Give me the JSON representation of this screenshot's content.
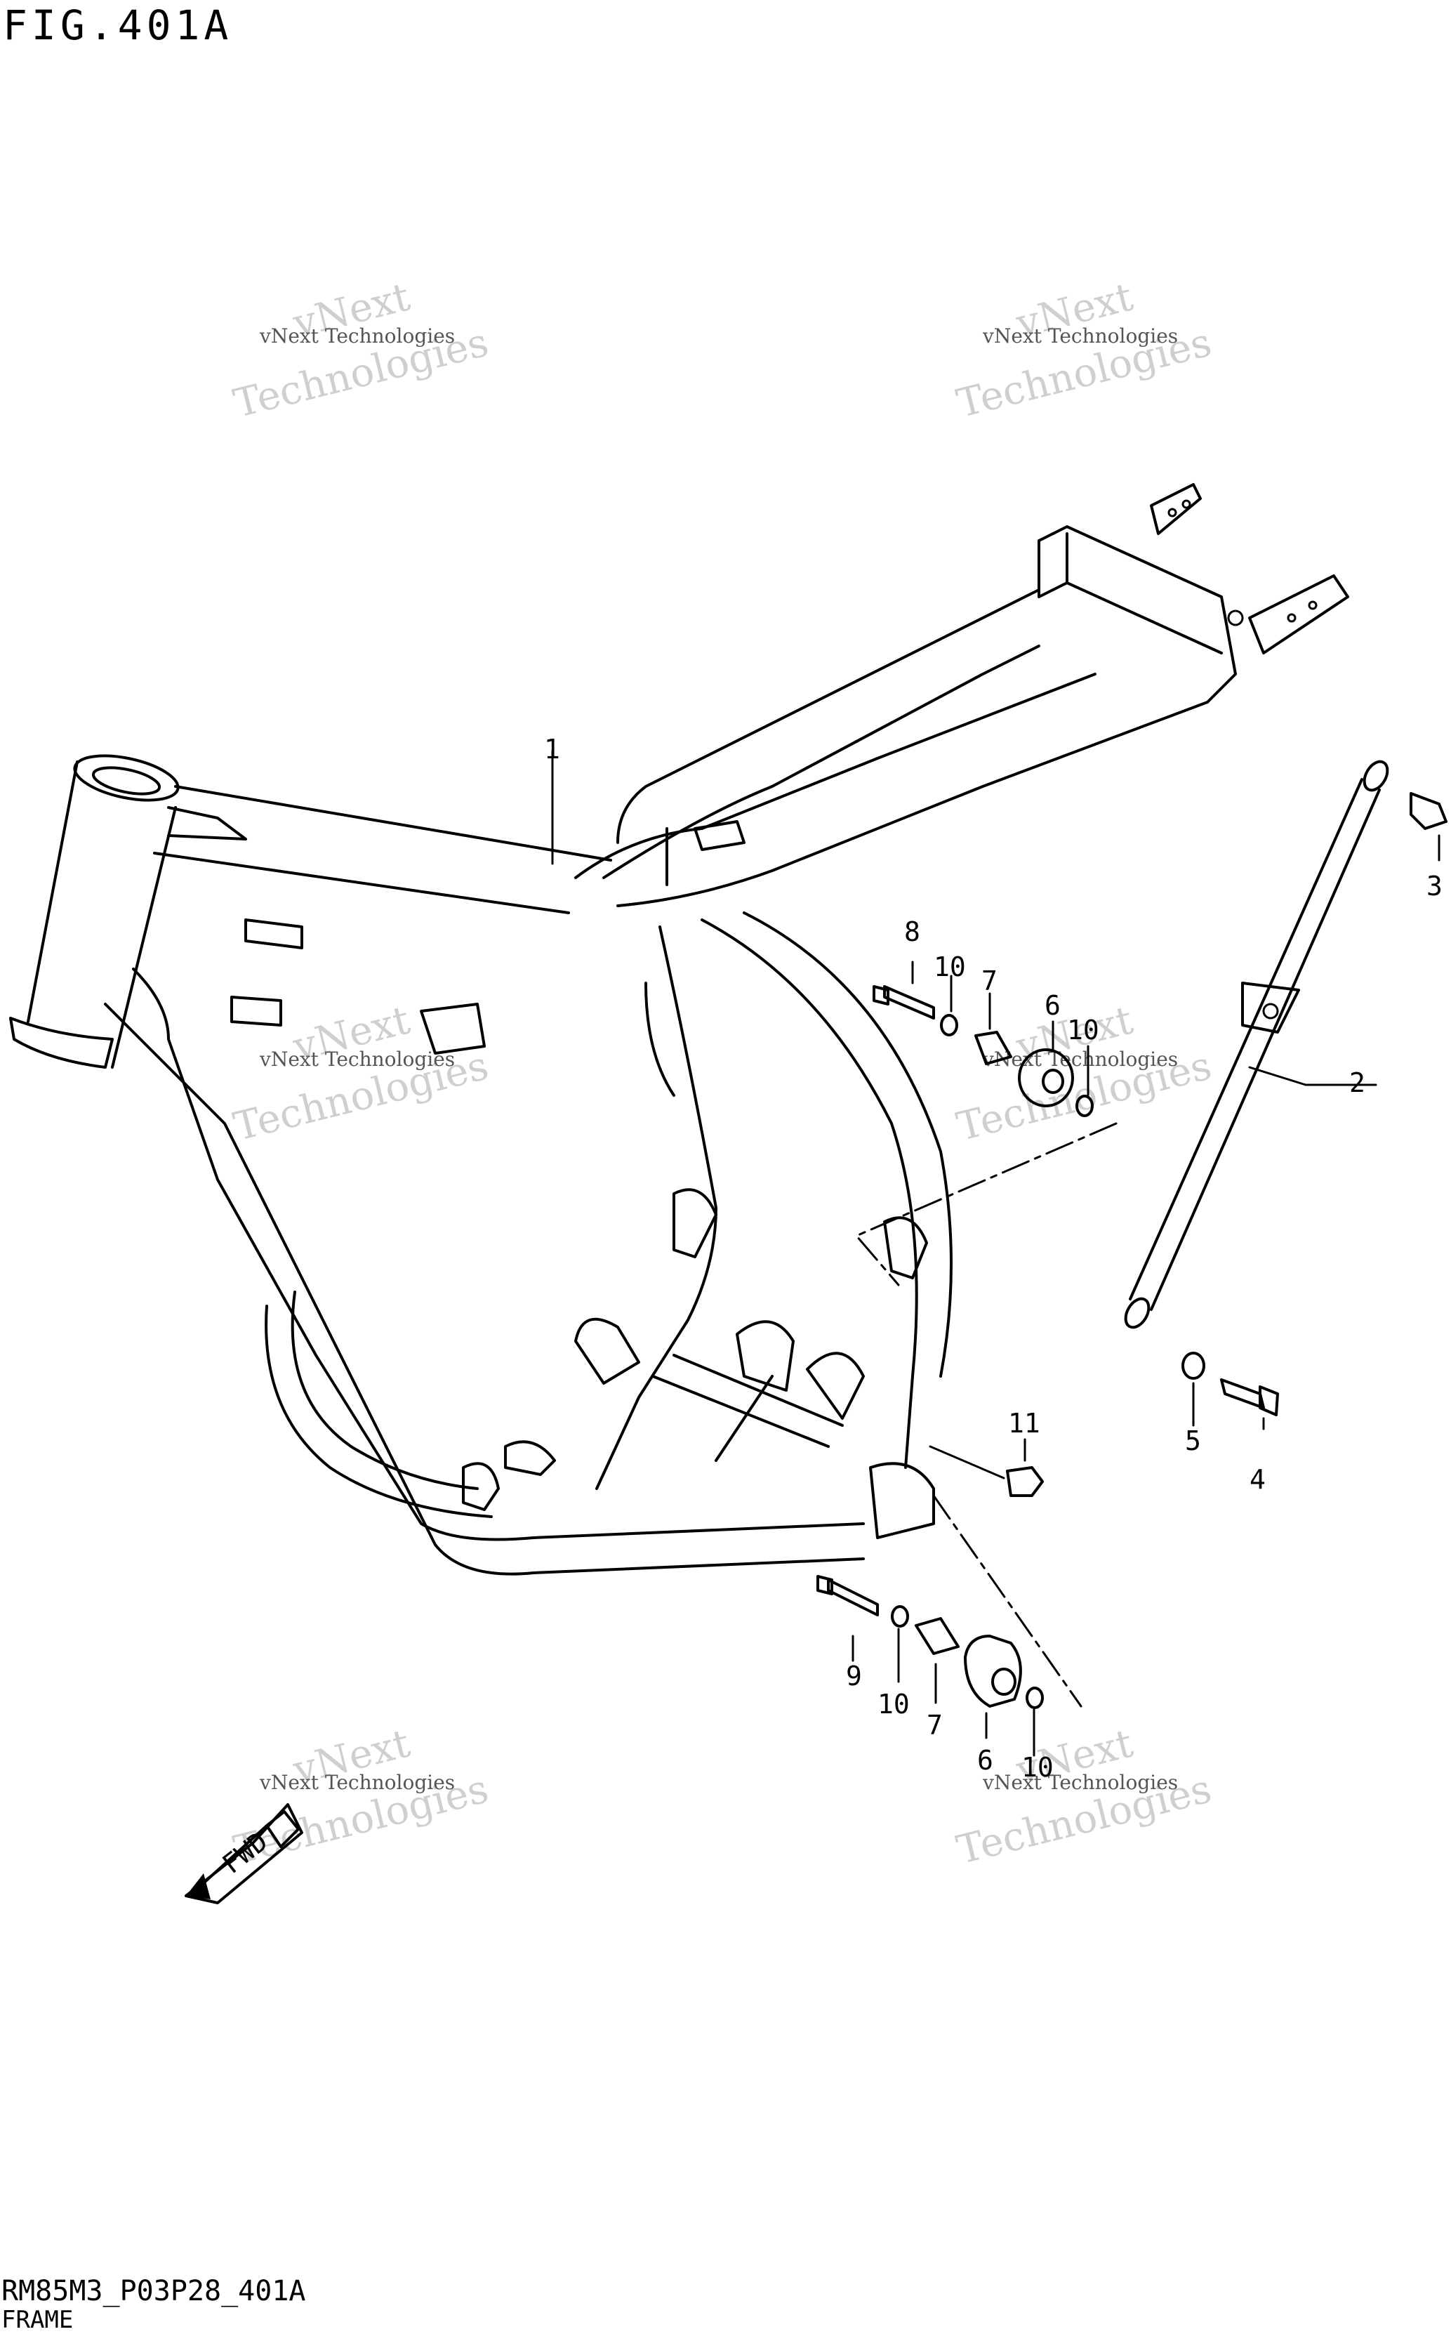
{
  "figure": {
    "title": "FIG.401A",
    "code": "RM85M3_P03P28_401A",
    "name": "FRAME",
    "fwd_label": "FWD"
  },
  "callouts": [
    "1",
    "2",
    "3",
    "4",
    "5",
    "6",
    "7",
    "8",
    "9",
    "10",
    "11",
    "10",
    "7",
    "6",
    "10",
    "10"
  ],
  "watermark": {
    "line1": "vNext Technologies",
    "line2": "vNext",
    "line3": "Technologies"
  }
}
